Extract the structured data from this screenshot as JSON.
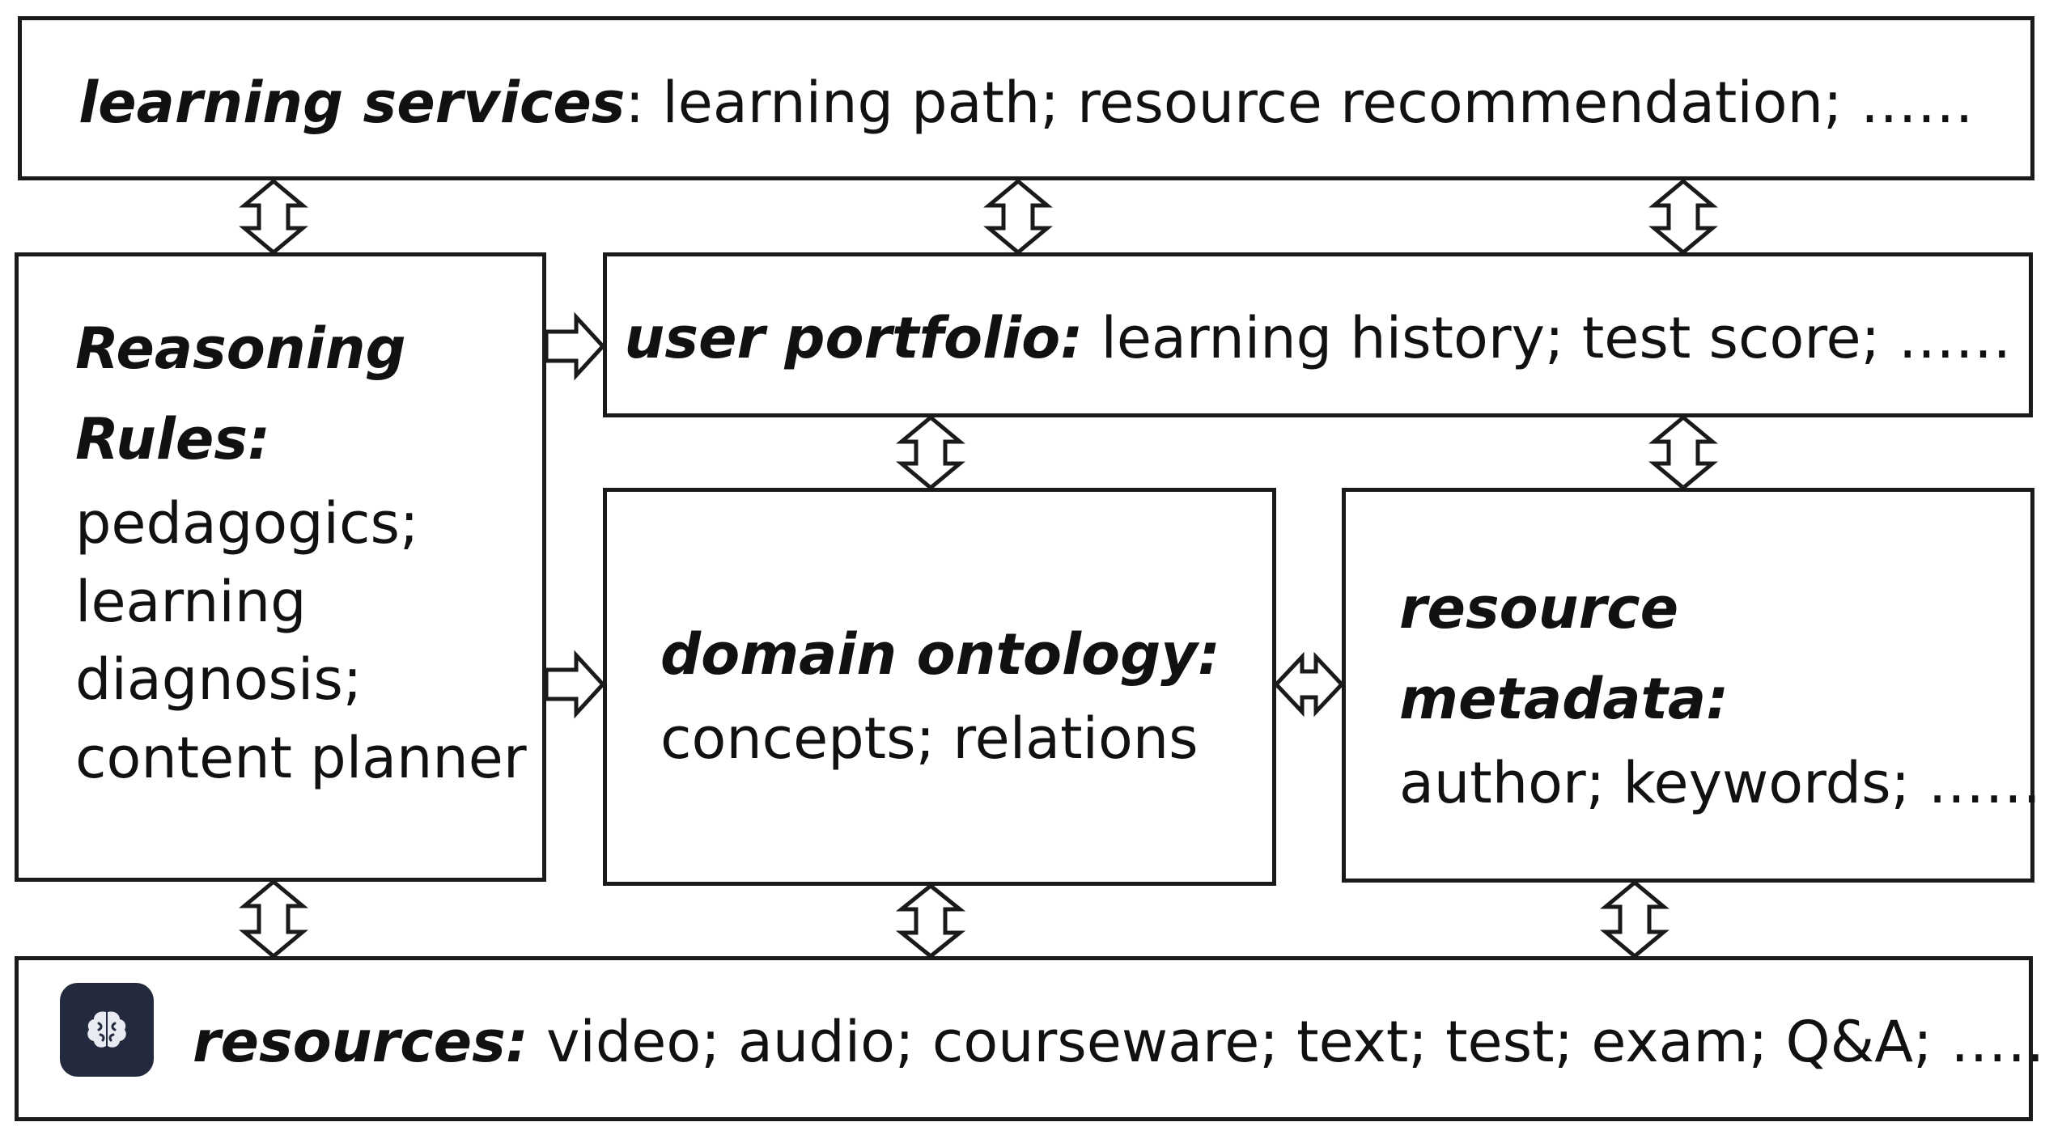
{
  "learning_services": {
    "title": "learning services",
    "separator": ":",
    "items": " learning path; resource recommendation; ……"
  },
  "reasoning_rules": {
    "title_line1": "Reasoning",
    "title_line2": "Rules:",
    "lines": [
      "pedagogics;",
      "learning",
      "diagnosis;",
      "content planner"
    ]
  },
  "user_portfolio": {
    "title": "user portfolio:",
    "items": " learning history; test score; ……"
  },
  "domain_ontology": {
    "title": "domain ontology:",
    "items": "concepts; relations"
  },
  "resource_metadata": {
    "title_line1": "resource",
    "title_line2": "metadata:",
    "items": "author; keywords; ……"
  },
  "resources": {
    "title": "resources:",
    "items": " video; audio; courseware; text; test; exam; Q&A; ……",
    "logo_icon": "brain-icon"
  },
  "colors": {
    "stroke": "#1a1a1a",
    "logo_bg": "#232a3d"
  }
}
